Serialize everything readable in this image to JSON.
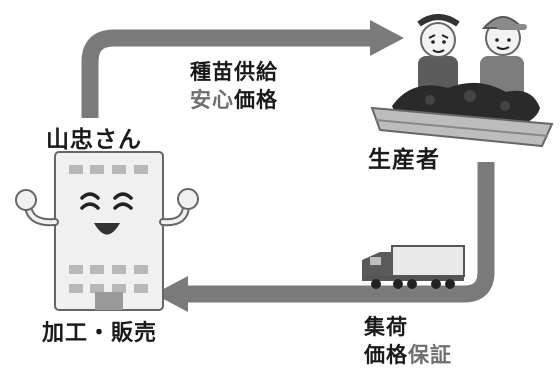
{
  "company": {
    "name": "山忠さん",
    "role": "加工・販売"
  },
  "producer": {
    "name": "生産者"
  },
  "top_flow": {
    "line1": "種苗供給",
    "line2_highlight": "安心",
    "line2_rest": "価格"
  },
  "bottom_flow": {
    "line1": "集荷",
    "line2_rest": "価格",
    "line2_highlight": "保証"
  },
  "colors": {
    "arrow": "#7a7a7a",
    "highlight": "#6f6f6f",
    "text": "#1a1a1a"
  }
}
